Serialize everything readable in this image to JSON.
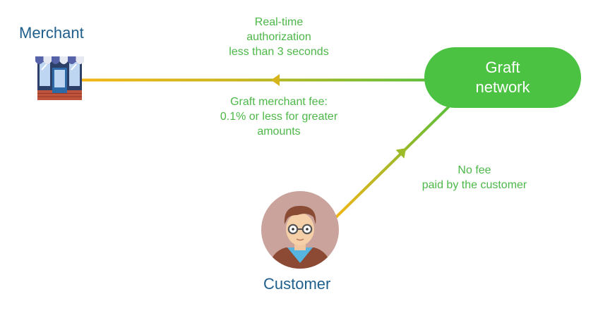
{
  "merchant": {
    "label": "Merchant",
    "icon": "store-icon"
  },
  "customer": {
    "label": "Customer",
    "icon": "customer-avatar-icon"
  },
  "graft_network": {
    "lines": [
      "Graft",
      "network"
    ],
    "color": "#4cc242"
  },
  "annotations": {
    "authorization": [
      "Real-time",
      "authorization",
      "less than 3 seconds"
    ],
    "merchant_fee": [
      "Graft merchant fee:",
      "0.1% or less for greater",
      "amounts"
    ],
    "customer_fee": [
      "No fee",
      "paid by the customer"
    ]
  },
  "colors": {
    "label_blue": "#1f5f8b",
    "text_green": "#4cb848",
    "line_yellow": "#f2b514",
    "line_green": "#5cbf3a"
  }
}
